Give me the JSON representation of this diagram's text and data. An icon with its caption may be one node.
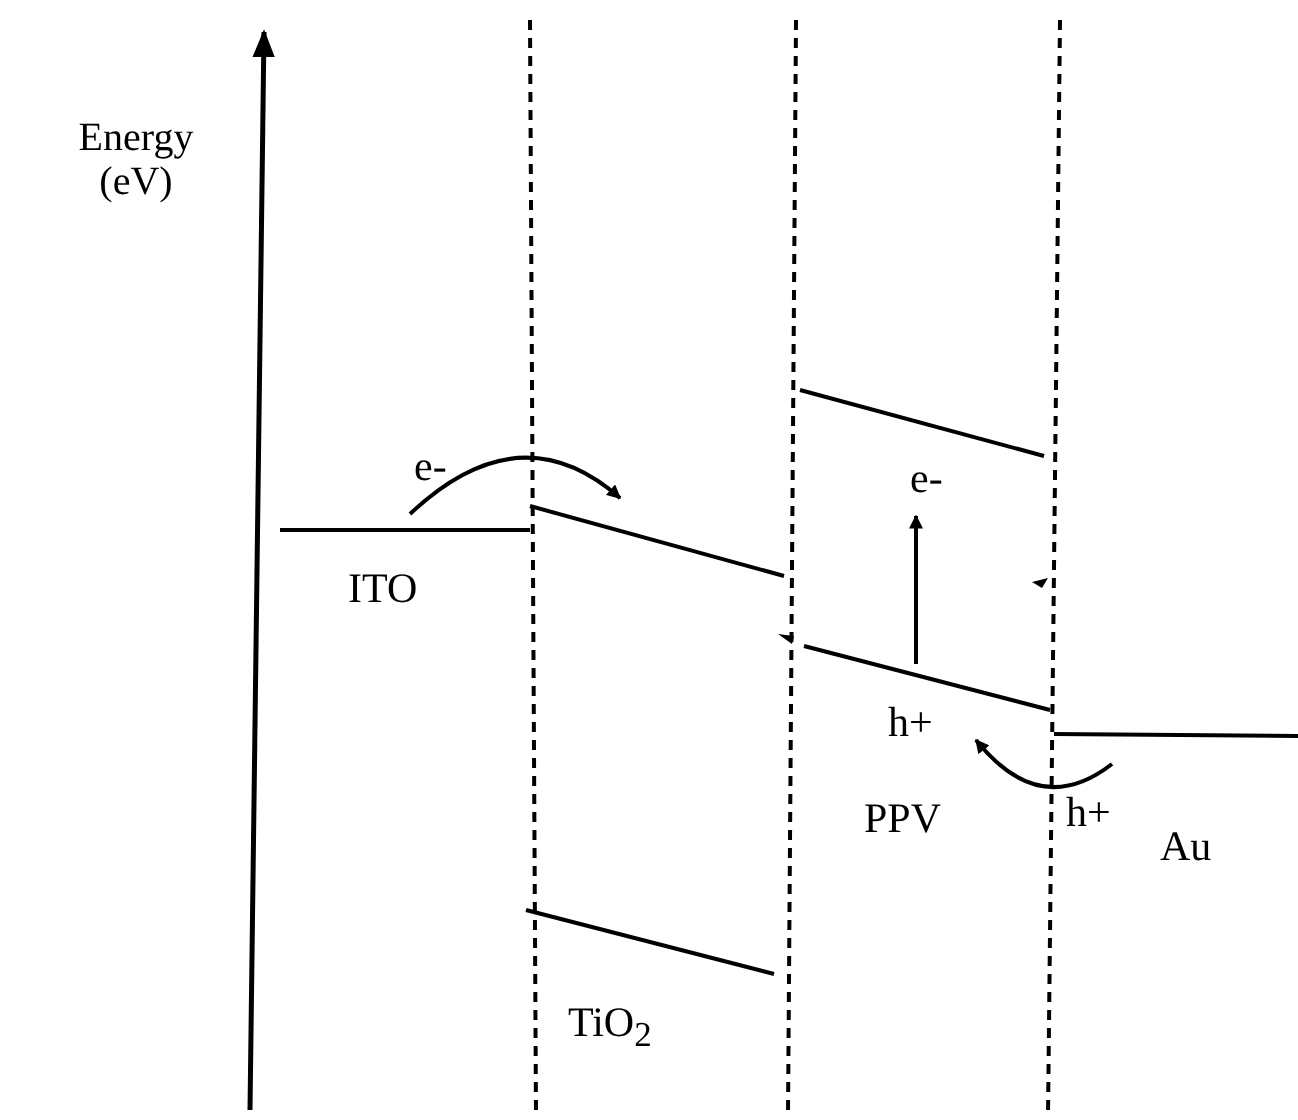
{
  "diagram": {
    "labels": [
      "Energy (eV)",
      "e-",
      "e-",
      "ITO",
      "h+",
      "h+",
      "PPV",
      "Au",
      "TiO$_{2}$"
    ]
  }
}
